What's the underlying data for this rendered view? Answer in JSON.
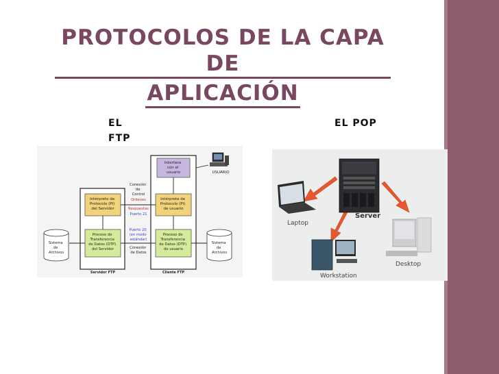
{
  "title": {
    "line1": "PROTOCOLOS DE LA CAPA DE",
    "line2": "APLICACIÓN"
  },
  "labels": {
    "ftp_line1": "EL",
    "ftp_line2": "FTP",
    "pop": "EL POP"
  },
  "ftp": {
    "user_interface": [
      "Interface",
      "con el",
      "usuario"
    ],
    "user": "USUARIO",
    "server_pi": [
      "Intérprete de",
      "Protocolo (PI)",
      "del Servidor"
    ],
    "client_pi": [
      "Intérprete de",
      "Protocolo (PI)",
      "de usuario"
    ],
    "control": [
      "Conexión",
      "de",
      "Control"
    ],
    "orders": "Ordenes",
    "responses": "Respuestas",
    "port21": "Puerto 21",
    "port20": [
      "Puerto 20",
      "(en modo",
      "estándar)"
    ],
    "data_conn": [
      "Conexión",
      "de Datos"
    ],
    "server_dtp": [
      "Proceso de",
      "Transferencia",
      "de Datos (DTP)",
      "del Servidor"
    ],
    "client_dtp": [
      "Proceso de",
      "Transferencia",
      "de Datos (DTP)",
      "de usuario"
    ],
    "fs_left": [
      "Sistema",
      "de",
      "Archivos"
    ],
    "fs_right": [
      "Sistema",
      "de",
      "Archivos"
    ],
    "server_label": "Servidor FTP",
    "client_label": "Cliente FTP"
  },
  "pop": {
    "server": "Server",
    "laptop": "Laptop",
    "workstation": "Workstation",
    "desktop": "Desktop"
  },
  "colors": {
    "accent": "#7a4760",
    "stripe": "#8c5b6e",
    "pi_box": "#f2d37a",
    "ui_box": "#c7b7e0",
    "arrow": "#e8582e"
  }
}
